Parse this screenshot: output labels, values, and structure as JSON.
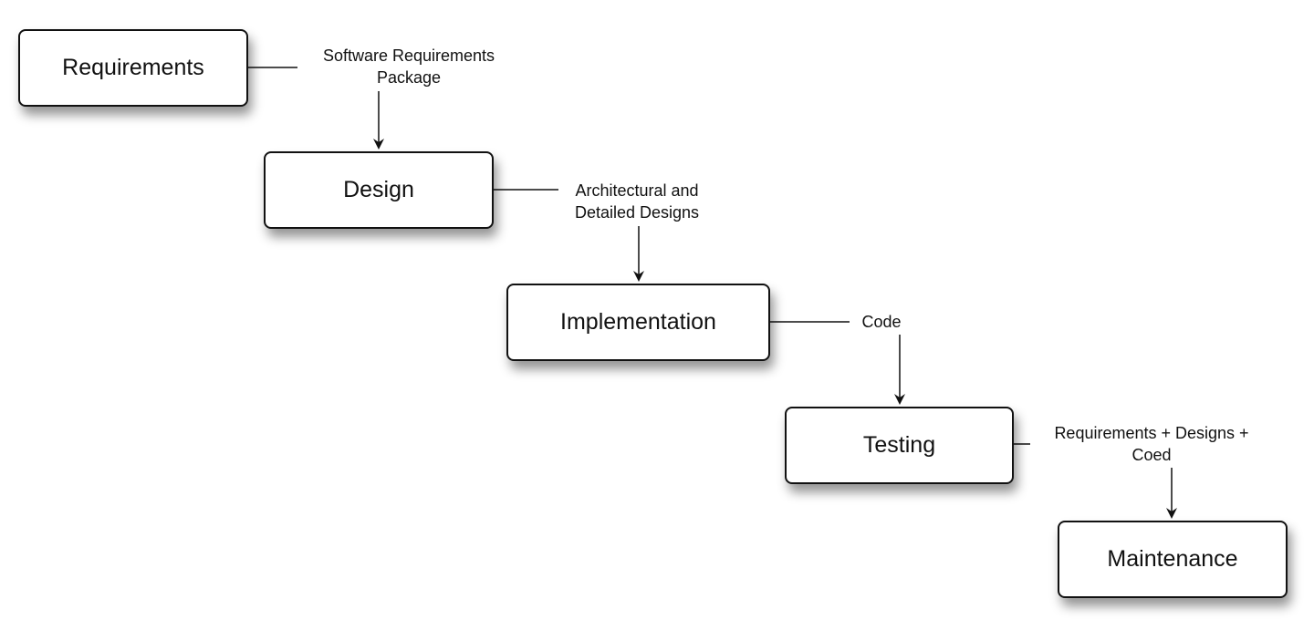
{
  "phases": [
    {
      "id": "requirements",
      "label": "Requirements"
    },
    {
      "id": "design",
      "label": "Design"
    },
    {
      "id": "implementation",
      "label": "Implementation"
    },
    {
      "id": "testing",
      "label": "Testing"
    },
    {
      "id": "maintenance",
      "label": "Maintenance"
    }
  ],
  "artifacts": [
    {
      "id": "software-requirements-package",
      "lines": [
        "Software Requirements",
        "Package"
      ]
    },
    {
      "id": "architectural-and-detailed-designs",
      "lines": [
        "Architectural and",
        "Detailed Designs"
      ]
    },
    {
      "id": "code",
      "lines": [
        "Code"
      ]
    },
    {
      "id": "requirements-designs-coed",
      "lines": [
        "Requirements + Designs +",
        "Coed"
      ]
    }
  ],
  "colors": {
    "stroke": "#111111",
    "box_fill": "#ffffff",
    "background": "#ffffff"
  }
}
